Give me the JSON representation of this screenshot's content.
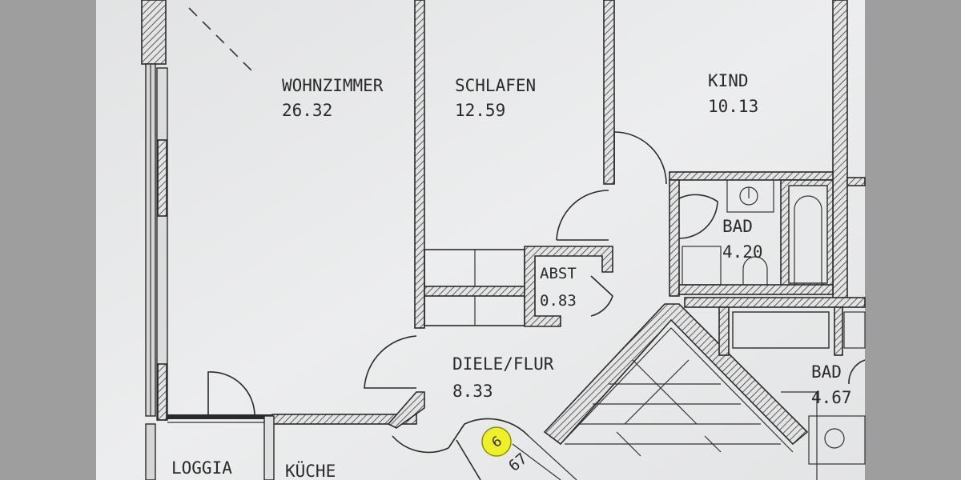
{
  "rooms": {
    "wohnzimmer": {
      "name": "WOHNZIMMER",
      "area": "26.32"
    },
    "schlafen": {
      "name": "SCHLAFEN",
      "area": "12.59"
    },
    "kind": {
      "name": "KIND",
      "area": "10.13"
    },
    "bad1": {
      "name": "BAD",
      "area": "4.20"
    },
    "abst": {
      "name": "ABST",
      "area": "0.83"
    },
    "diele": {
      "name": "DIELE/FLUR",
      "area": "8.33"
    },
    "bad2": {
      "name": "BAD",
      "area": "4.67"
    },
    "loggia": {
      "name": "LOGGIA"
    },
    "kueche": {
      "name": "KÜCHE"
    }
  },
  "marker": {
    "number": "6"
  },
  "stair_label": "67",
  "colors": {
    "paper": "#e8e9ea",
    "ink": "#2a2a2a",
    "marker": "#eef12a",
    "background": "#9d9d9d"
  }
}
